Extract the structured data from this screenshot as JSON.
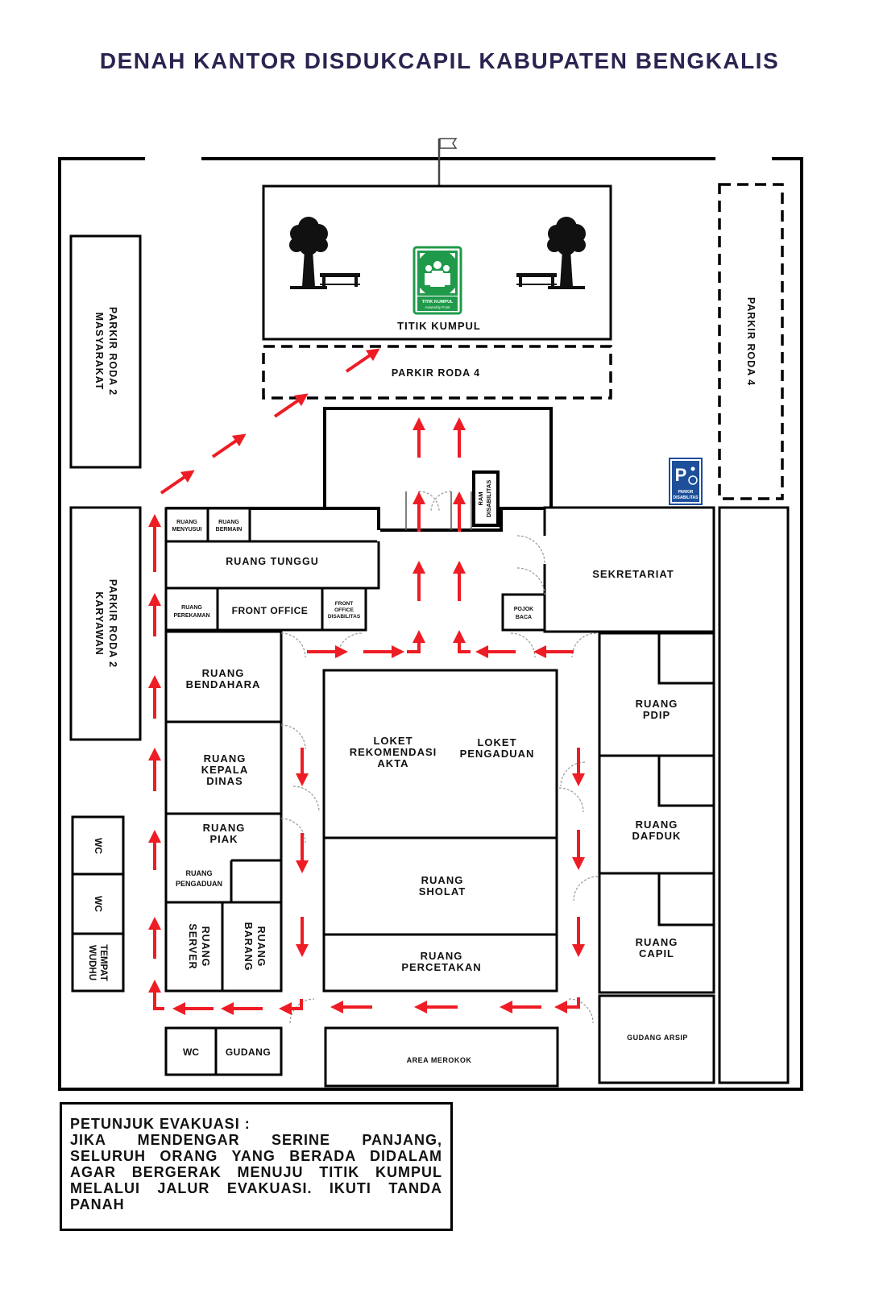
{
  "title": "DENAH KANTOR DISDUKCAPIL KABUPATEN BENGKALIS",
  "areas": {
    "titik_kumpul": "TITIK KUMPUL",
    "parkir_roda4_top": "PARKIR RODA 4",
    "parkir_roda4_right": "PARKIR RODA 4",
    "parkir_masyarakat_1": "PARKIR RODA 2",
    "parkir_masyarakat_2": "MASYARAKAT",
    "parkir_karyawan_1": "PARKIR RODA 2",
    "parkir_karyawan_2": "KARYAWAN",
    "ram": "RAM DISABILITAS",
    "area_merokok": "AREA MEROKOK"
  },
  "assembly_sign": {
    "line1": "TITIK KUMPUL",
    "line2": "Assembly Point"
  },
  "disability_sign": {
    "symbol": "P",
    "line1": "PARKIR",
    "line2": "DISABILITAS"
  },
  "rooms": {
    "ruang_menyusui": [
      "RUANG",
      "MENYUSUI"
    ],
    "ruang_bermain": [
      "RUANG",
      "BERMAIN"
    ],
    "ruang_tunggu": "RUANG TUNGGU",
    "ruang_perekaman": [
      "RUANG",
      "PEREKAMAN"
    ],
    "front_office": "FRONT OFFICE",
    "front_office_disabilitas": [
      "FRONT",
      "OFFICE",
      "DISABILITAS"
    ],
    "pojok_baca": [
      "POJOK",
      "BACA"
    ],
    "sekretariat": "SEKRETARIAT",
    "ruang_bendahara": [
      "RUANG",
      "BENDAHARA"
    ],
    "ruang_kepala_dinas": [
      "RUANG",
      "KEPALA",
      "DINAS"
    ],
    "ruang_piak": [
      "RUANG",
      "PIAK"
    ],
    "ruang_pengaduan": [
      "RUANG",
      "PENGADUAN"
    ],
    "ruang_server": [
      "RUANG",
      "SERVER"
    ],
    "ruang_barang": [
      "RUANG",
      "BARANG"
    ],
    "loket_rekomendasi": [
      "LOKET",
      "REKOMENDASI",
      "AKTA"
    ],
    "loket_pengaduan": [
      "LOKET",
      "PENGADUAN"
    ],
    "ruang_sholat": [
      "RUANG",
      "SHOLAT"
    ],
    "ruang_percetakan": [
      "RUANG",
      "PERCETAKAN"
    ],
    "ruang_pdip": [
      "RUANG",
      "PDIP"
    ],
    "ruang_dafduk": [
      "RUANG",
      "DAFDUK"
    ],
    "ruang_capil": [
      "RUANG",
      "CAPIL"
    ],
    "gudang_arsip": "GUDANG ARSIP",
    "wc_1": "WC",
    "wc_2": "WC",
    "tempat_wudhu": [
      "TEMPAT",
      "WUDHU"
    ],
    "wc_bottom": "WC",
    "gudang": "GUDANG"
  },
  "evacuation_note": {
    "heading": "PETUNJUK EVAKUASI :",
    "lines": [
      "JIKA MENDENGAR SERINE PANJANG,",
      "SELURUH ORANG YANG BERADA DIDALAM",
      "AGAR BERGERAK MENUJU TITIK KUMPUL",
      "MELALUI JALUR EVAKUASI. IKUTI TANDA",
      "PANAH"
    ]
  },
  "colors": {
    "title": "#2b2350",
    "evacuation_arrow": "#ee1c24",
    "assembly_sign": "#1f9a4a",
    "disability_sign": "#1d4f9a"
  }
}
